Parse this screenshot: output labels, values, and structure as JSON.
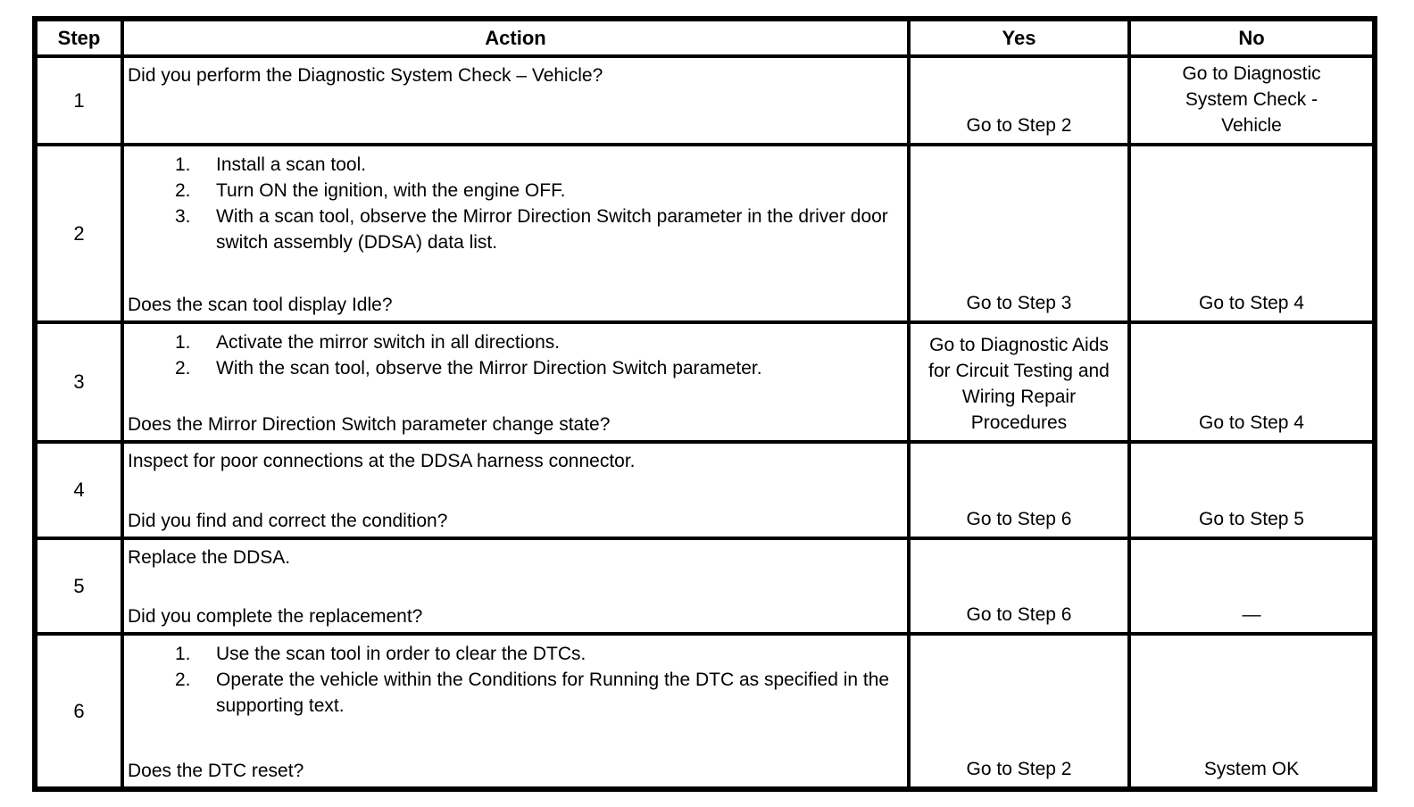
{
  "table": {
    "headers": {
      "step": "Step",
      "action": "Action",
      "yes": "Yes",
      "no": "No"
    },
    "list_numbers": [
      "1.",
      "2.",
      "3."
    ],
    "colors": {
      "border": "#000000",
      "text": "#000000",
      "background": "#ffffff"
    },
    "rows": [
      {
        "step": "1",
        "intro": "Did you perform the Diagnostic System Check – Vehicle?",
        "yes": "Go to Step 2",
        "no": "Go to Diagnostic System Check - Vehicle"
      },
      {
        "step": "2",
        "list": [
          "Install a scan tool.",
          "Turn ON the ignition, with the engine OFF.",
          "With a scan tool, observe the Mirror Direction Switch parameter in the driver door switch assembly (DDSA) data list."
        ],
        "question": "Does the scan tool display Idle?",
        "yes": "Go to Step 3",
        "no": "Go to Step 4"
      },
      {
        "step": "3",
        "list": [
          "Activate the mirror switch in all directions.",
          "With the scan tool, observe the Mirror Direction Switch parameter."
        ],
        "question": "Does the Mirror Direction Switch parameter change state?",
        "yes": "Go to Diagnostic Aids for Circuit Testing and Wiring Repair Procedures",
        "no": "Go to Step 4"
      },
      {
        "step": "4",
        "intro": "Inspect for poor connections at the DDSA harness connector.",
        "question": "Did you find and correct the condition?",
        "yes": "Go to Step 6",
        "no": "Go to Step 5"
      },
      {
        "step": "5",
        "intro": "Replace the DDSA.",
        "question": "Did you complete the replacement?",
        "yes": "Go to Step 6",
        "no": "—"
      },
      {
        "step": "6",
        "list": [
          "Use the scan tool in order to clear the DTCs.",
          "Operate the vehicle within the Conditions for Running the DTC as specified in the supporting text."
        ],
        "question": "Does the DTC reset?",
        "yes": "Go to Step 2",
        "no": "System OK"
      }
    ]
  }
}
